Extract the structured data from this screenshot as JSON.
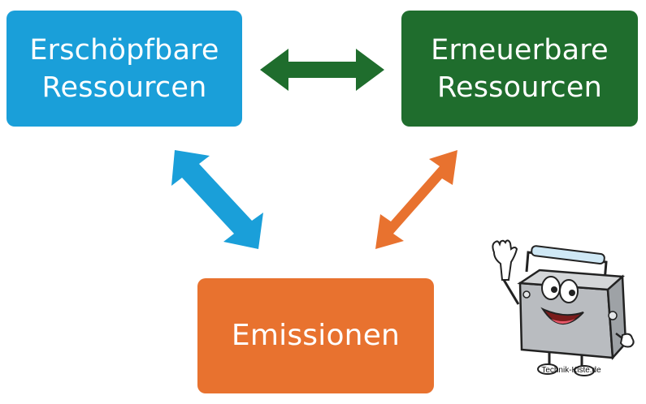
{
  "colors": {
    "exhaustible": "#1a9fd9",
    "renewable": "#1f6d2d",
    "emissions": "#e8722f",
    "arrow_top": "#1f6d2d",
    "arrow_left": "#1a9fd9",
    "arrow_right": "#e8722f"
  },
  "nodes": {
    "exhaustible": {
      "line1": "Erschöpfbare",
      "line2": "Ressourcen"
    },
    "renewable": {
      "line1": "Erneuerbare",
      "line2": "Ressourcen"
    },
    "emissions": {
      "label": "Emissionen"
    }
  },
  "edges": [
    {
      "from": "exhaustible",
      "to": "renewable",
      "direction": "both"
    },
    {
      "from": "exhaustible",
      "to": "emissions",
      "direction": "both"
    },
    {
      "from": "renewable",
      "to": "emissions",
      "direction": "both"
    }
  ],
  "mascot": {
    "icon": "toolbox-mascot-icon",
    "caption": "Technik-Kiste.de"
  }
}
